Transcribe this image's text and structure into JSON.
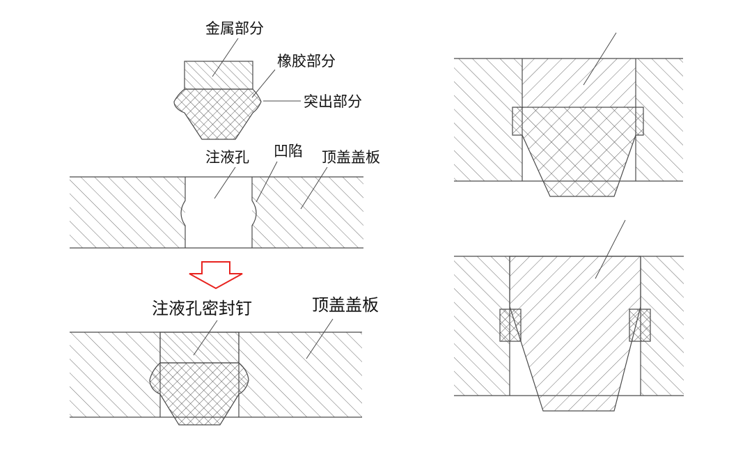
{
  "labels": {
    "metal_part": "金属部分",
    "rubber_part": "橡胶部分",
    "protrusion": "突出部分",
    "fill_hole": "注液孔",
    "recess": "凹陷",
    "top_cover_plate_1": "顶盖盖板",
    "seal_nail": "注液孔密封钉",
    "top_cover_plate_2": "顶盖盖板"
  },
  "colors": {
    "line": "#4a4a4a",
    "hatch": "#6a6a6a",
    "arrow": "#e8231f",
    "text": "#111111"
  }
}
